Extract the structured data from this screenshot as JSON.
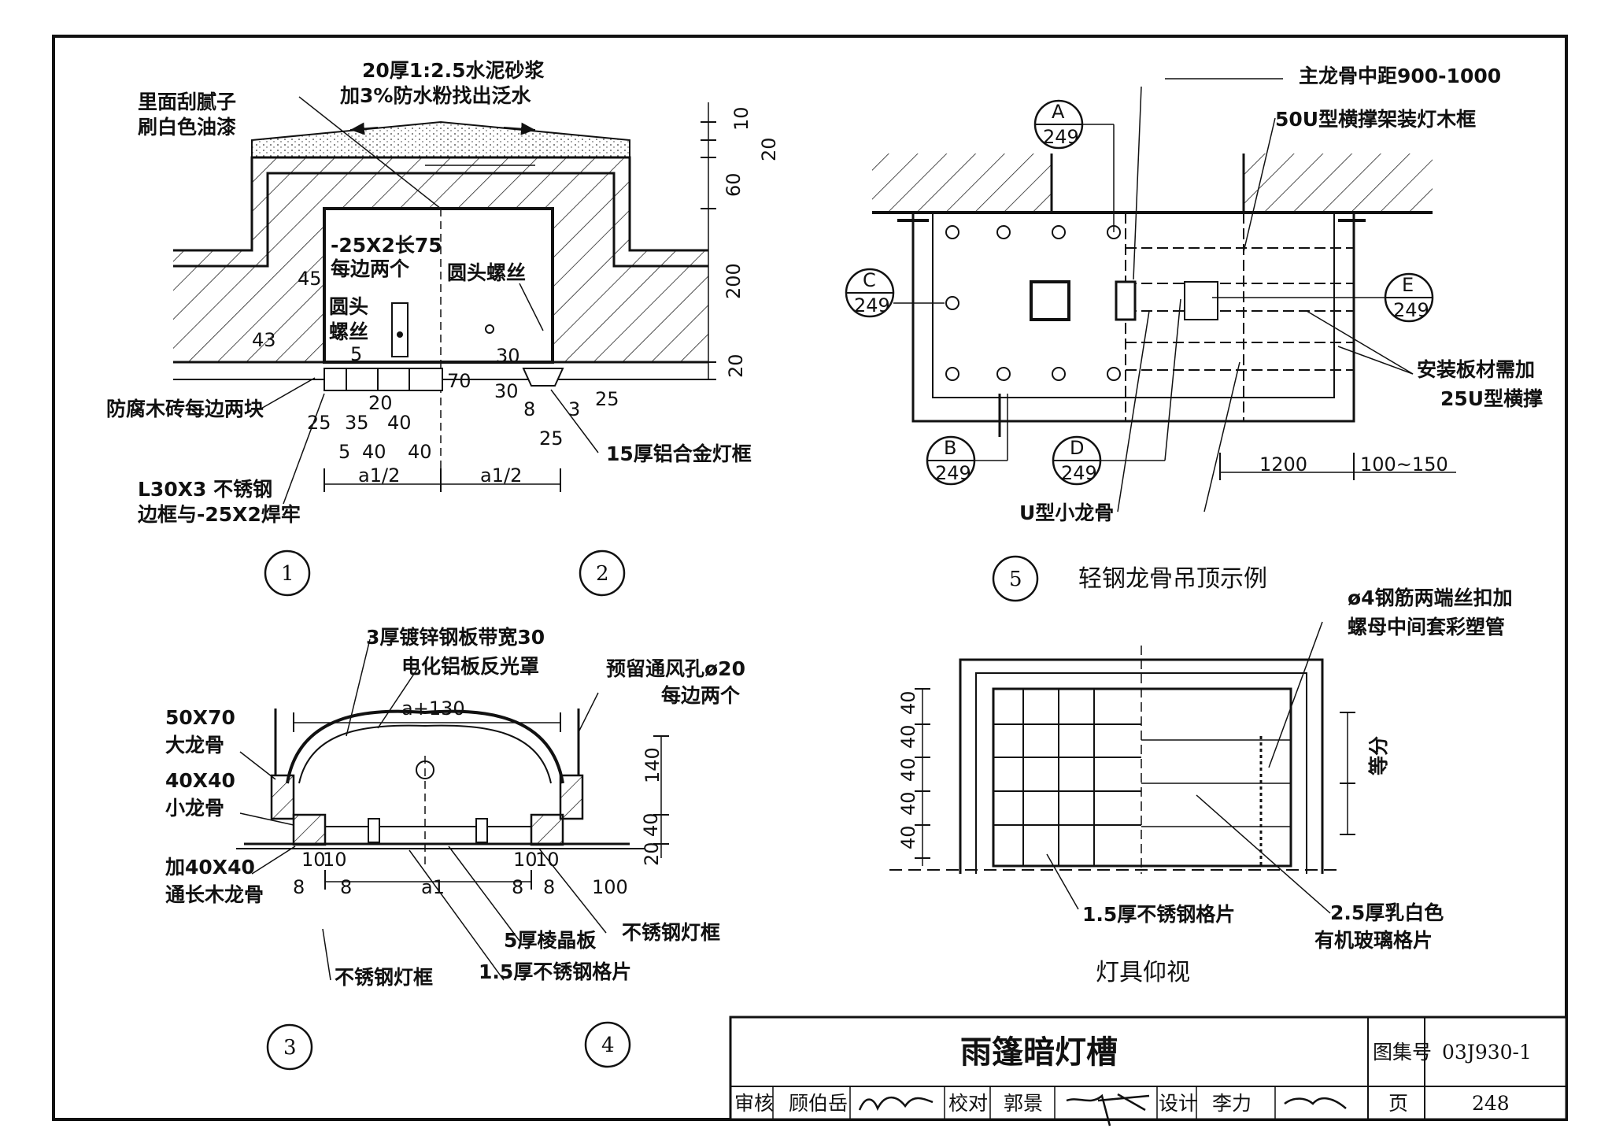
{
  "sheet": {
    "title": "雨篷暗灯槽",
    "atlas_label": "图集号",
    "atlas_no": "03J930-1",
    "page_label": "页",
    "page_no": "248",
    "review_label": "审核",
    "reviewer": "顾伯岳",
    "check_label": "校对",
    "checker": "郭景",
    "design_label": "设计",
    "designer": "李力"
  },
  "detail_1_2": {
    "note_mortar_1": "20厚1:2.5水泥砂浆",
    "note_mortar_2": "加3%防水粉找出泛水",
    "note_putty_1": "里面刮腻子",
    "note_putty_2": "刷白色油漆",
    "note_strap_1": "-25X2长75",
    "note_strap_2": "每边两个",
    "note_screw_left_1": "圆头",
    "note_screw_left_2": "螺丝",
    "note_screw_right": "圆头螺丝",
    "note_wood": "防腐木砖每边两块",
    "note_angle_1": "L30X3 不锈钢",
    "note_angle_2": "边框与-25X2焊牢",
    "note_frame": "15厚铝合金灯框",
    "dims": {
      "d10": "10",
      "d20a": "20",
      "d60": "60",
      "d200": "200",
      "d20b": "20",
      "d45": "45",
      "d43": "43",
      "d5": "5",
      "d20c": "20",
      "d70": "70",
      "d30a": "30",
      "d30b": "30",
      "d25a": "25",
      "d35": "35",
      "d40a": "40",
      "d5b": "5",
      "d40b": "40",
      "d40c": "40",
      "d8": "8",
      "d3": "3",
      "d25b": "25",
      "d25c": "25",
      "a1_half_left": "a1/2",
      "a1_half_right": "a1/2"
    },
    "callout_1": "1",
    "callout_2": "2"
  },
  "detail_3_4": {
    "note_strip": "3厚镀锌钢板带宽30",
    "note_reflector": "电化铝板反光罩",
    "note_vent_1": "预留通风孔ø20",
    "note_vent_2": "每边两个",
    "note_main_1": "50X70",
    "note_main_2": "大龙骨",
    "note_small_1": "40X40",
    "note_small_2": "小龙骨",
    "note_add_1": "加40X40",
    "note_add_2": "通长木龙骨",
    "note_prism": "5厚棱晶板",
    "note_ss_frame_r": "不锈钢灯框",
    "note_ss_frame_l": "不锈钢灯框",
    "note_grille": "1.5厚不锈钢格片",
    "dims": {
      "a130": "a+130",
      "d140": "140",
      "d40": "40",
      "d20": "20",
      "d10a": "10",
      "d10b": "10",
      "d10c": "10",
      "d10d": "10",
      "d8a": "8",
      "d8b": "8",
      "d8c": "8",
      "d8d": "8",
      "a1": "a1",
      "d100": "100"
    },
    "callout_3": "3",
    "callout_4": "4"
  },
  "detail_5": {
    "note_main_spacing": "主龙骨中距900-1000",
    "note_50u": "50U型横撑架装灯木框",
    "note_install_1": "安装板材需加",
    "note_install_2": "25U型横撑",
    "note_u_small": "U型小龙骨",
    "dim_1200": "1200",
    "dim_100_150": "100~150",
    "refs": [
      {
        "top": "A",
        "bottom": "249"
      },
      {
        "top": "C",
        "bottom": "249"
      },
      {
        "top": "E",
        "bottom": "249"
      },
      {
        "top": "B",
        "bottom": "249"
      },
      {
        "top": "D",
        "bottom": "249"
      }
    ],
    "callout_5": "5",
    "caption": "轻钢龙骨吊顶示例"
  },
  "lamp_view": {
    "note_rod_1": "ø4钢筋两端丝扣加",
    "note_rod_2": "螺母中间套彩塑管",
    "dim_equal": "等分",
    "dims_left": [
      "40",
      "40",
      "40",
      "40",
      "40"
    ],
    "note_grille": "1.5厚不锈钢格片",
    "note_glass_1": "2.5厚乳白色",
    "note_glass_2": "有机玻璃格片",
    "caption": "灯具仰视"
  }
}
